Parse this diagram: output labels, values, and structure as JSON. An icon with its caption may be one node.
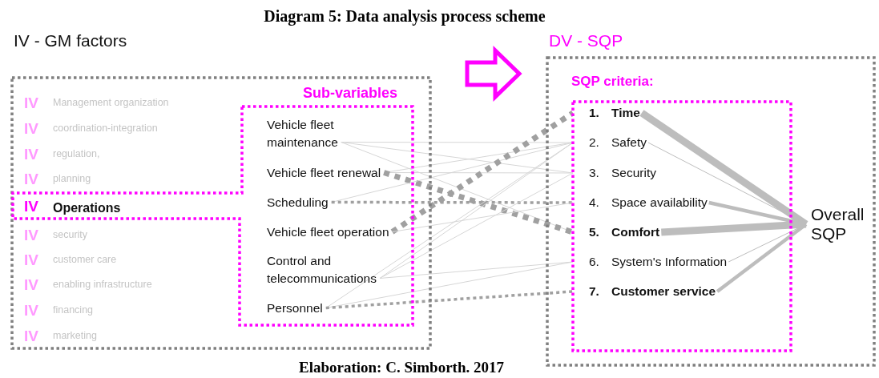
{
  "diagram": {
    "title": "Diagram 5: Data analysis process scheme",
    "caption": "Elaboration: C. Simborth. 2017",
    "nodes": [
      {
        "text": [
          "IV - GM factors"
        ]
      },
      {
        "text": [
          "Sub-variables"
        ],
        "in": 0
      },
      {
        "text": [
          "Vehicle fleet maintenance"
        ],
        "in": 1
      },
      {
        "text": [
          "Vehicle fleet renewal"
        ],
        "in": 1
      },
      {
        "text": [
          "Scheduling"
        ],
        "in": 1
      },
      {
        "text": [
          "Vehicle fleet operation"
        ],
        "in": 1
      },
      {
        "text": [
          "Control and telecommunications"
        ],
        "in": 1
      },
      {
        "text": [
          "Personnel"
        ],
        "in": 1
      },
      {
        "text": [
          "DV - SQP"
        ]
      },
      {
        "text": [
          "SQP criteria:"
        ],
        "in": 8
      },
      {
        "text": [
          "1.",
          "Time"
        ],
        "in": 9
      },
      {
        "text": [
          "2.",
          "Safety"
        ],
        "in": 9
      },
      {
        "text": [
          "3.",
          "Security"
        ],
        "in": 9
      },
      {
        "text": [
          "4.",
          "Space availability"
        ],
        "in": 9
      },
      {
        "text": [
          "5.",
          "Comfort"
        ],
        "in": 9
      },
      {
        "text": [
          "6.",
          "System's Information"
        ],
        "in": 9
      },
      {
        "text": [
          "7.",
          "Customer service"
        ],
        "in": 9
      },
      {
        "text": [
          "Overall SQP"
        ],
        "in": 8
      }
    ],
    "edges": [
      {
        "from": 2,
        "to": 11,
        "arrow": "none"
      },
      {
        "from": 2,
        "to": 12,
        "arrow": "none"
      },
      {
        "from": 2,
        "to": 14,
        "arrow": "none"
      },
      {
        "from": 3,
        "to": 11,
        "arrow": "none"
      },
      {
        "from": 3,
        "to": 12,
        "arrow": "none"
      },
      {
        "from": 3,
        "to": 14,
        "arrow": "none",
        "style": "dashed",
        "color": "#a0a0a0"
      },
      {
        "from": 4,
        "to": 11,
        "arrow": "none"
      },
      {
        "from": 4,
        "to": 13,
        "arrow": "none",
        "style": "dashed",
        "color": "#a0a0a0"
      },
      {
        "from": 5,
        "to": 10,
        "arrow": "none",
        "style": "dashed",
        "color": "#a0a0a0"
      },
      {
        "from": 5,
        "to": 13,
        "arrow": "none"
      },
      {
        "from": 6,
        "to": 11,
        "arrow": "none"
      },
      {
        "from": 6,
        "to": 12,
        "arrow": "none"
      },
      {
        "from": 6,
        "to": 15,
        "arrow": "none"
      },
      {
        "from": 7,
        "to": 11,
        "arrow": "none"
      },
      {
        "from": 7,
        "to": 15,
        "arrow": "none"
      },
      {
        "from": 7,
        "to": 16,
        "arrow": "none",
        "style": "dashed",
        "color": "#a0a0a0"
      },
      {
        "from": 10,
        "to": 17,
        "arrow": "none",
        "style": "thick",
        "color": "#bdbdbd"
      },
      {
        "from": 11,
        "to": 17,
        "arrow": "none",
        "color": "#bdbdbd"
      },
      {
        "from": 13,
        "to": 17,
        "arrow": "none",
        "style": "thick",
        "color": "#bdbdbd"
      },
      {
        "from": 14,
        "to": 17,
        "arrow": "none",
        "style": "thick",
        "color": "#bdbdbd"
      },
      {
        "from": 15,
        "to": 17,
        "arrow": "none",
        "color": "#bdbdbd"
      },
      {
        "from": 16,
        "to": 17,
        "arrow": "none",
        "style": "thick",
        "color": "#bdbdbd"
      }
    ],
    "labels": [
      "IV",
      "Management organization",
      "IV",
      "coordination-integration",
      "IV",
      "regulation,",
      "IV",
      "planning",
      "IV",
      "Operations",
      "IV",
      "security",
      "IV",
      "customer care",
      "IV",
      "enabling infrastructure",
      "IV",
      "financing",
      "IV",
      "marketing"
    ]
  }
}
